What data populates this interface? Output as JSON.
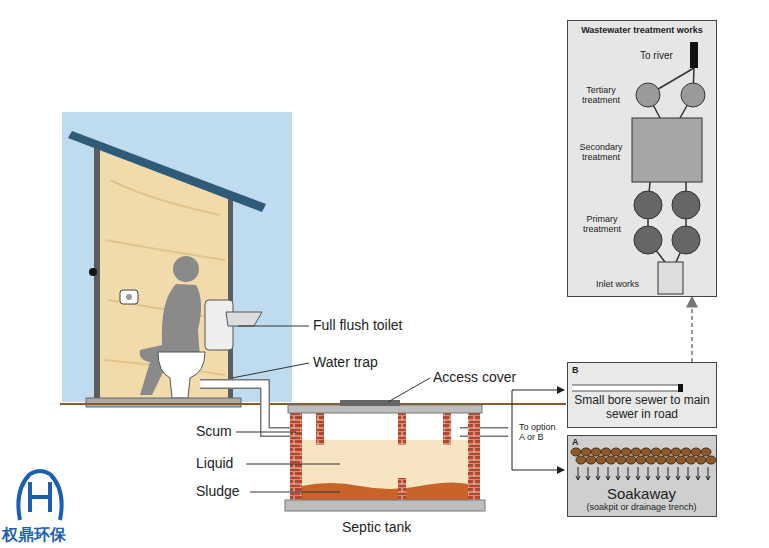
{
  "diagram": {
    "nodes": [
      {
        "text": [
          "Wastewater treatment works"
        ]
      },
      {
        "text": [
          "B",
          "Small bore sewer to main sewer in road"
        ]
      },
      {
        "text": [
          "A",
          "Soakaway",
          "(soakpit or drainage trench)"
        ]
      }
    ],
    "edges": [
      {
        "from": 1,
        "to": 0,
        "arrow": "to"
      }
    ],
    "labels": [
      "Full flush toilet",
      "Water trap",
      "Access cover",
      "Scum",
      "Liquid",
      "Sludge",
      "Septic tank",
      "To option A or B",
      "To river",
      "Tertiary treatment",
      "Secondary treatment",
      "Primary treatment",
      "Inlet works",
      "权鼎环保"
    ]
  }
}
